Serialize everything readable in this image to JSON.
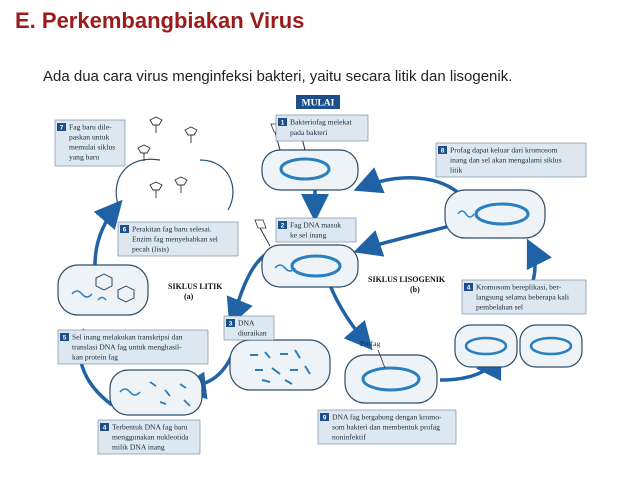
{
  "heading": "E. Perkembangbiakan Virus",
  "intro": "Ada dua cara virus menginfeksi bakteri, yaitu secara litik dan lisogenik.",
  "diagram": {
    "start_label": "MULAI",
    "lytic_title": "SIKLUS LITIK",
    "lytic_sub": "(a)",
    "lysogenic_title": "SIKLUS LISOGENIK",
    "lysogenic_sub": "(b)",
    "prophage_label": "Profag",
    "steps": [
      {
        "num": "1",
        "lines": [
          "Bakteriofag melekat",
          "pada bakteri"
        ]
      },
      {
        "num": "2",
        "lines": [
          "Fag DNA masuk",
          "ke sel inang"
        ]
      },
      {
        "num": "3",
        "lines": [
          "DNA",
          "diuraikan"
        ]
      },
      {
        "num": "4",
        "lines": [
          "Terbentuk DNA fag baru",
          "menggunakan nukleotida",
          "milik DNA inang"
        ]
      },
      {
        "num": "5",
        "lines": [
          "Sel inang melakukan transkripsi dan",
          "translasi DNA fag untuk menghasil-",
          "kan protein fag"
        ]
      },
      {
        "num": "6",
        "lines": [
          "Perakitan fag baru selesai.",
          "Enzim fag menyebabkan sel",
          "pecah (lisis)"
        ]
      },
      {
        "num": "7",
        "lines": [
          "Fag baru dile-",
          "paskan untuk",
          "memulai siklus",
          "yang baru"
        ]
      },
      {
        "num": "8",
        "lines": [
          "Profag dapat keluar dari kromosom",
          "inang dan sel akan mengalami siklus",
          "litik"
        ]
      },
      {
        "num": "9",
        "lines": [
          "DNA fag bergabung dengan kromo-",
          "som bakteri dan membentuk profag",
          "noninfektif"
        ]
      },
      {
        "num": "4",
        "lines": [
          "Kromosom bereplikasi, ber-",
          "langsung selama beberapa kali",
          "pembelahan sel"
        ]
      }
    ]
  },
  "colors": {
    "heading": "#9b1b1b",
    "cycle_arrow": "#1f63a6",
    "cell_fill": "#eef3f7",
    "chromosome": "#2a7fc1",
    "label_fill": "#dde7f0"
  }
}
